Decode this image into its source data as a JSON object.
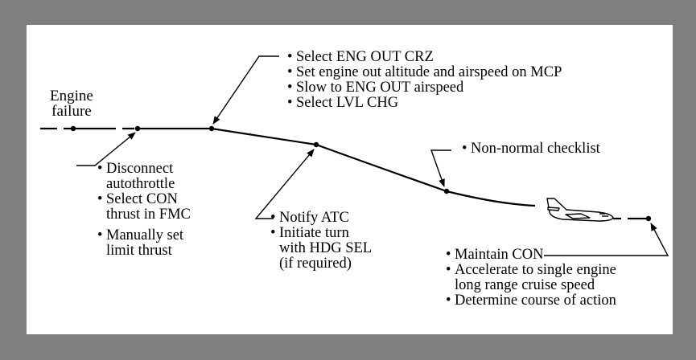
{
  "diagram": {
    "background": "#7f7f7f",
    "panel": "#ffffff",
    "ink": "#000000",
    "engine_failure": "Engine\nfailure",
    "bullet": "•",
    "callouts": {
      "c1": [
        "Select ENG OUT CRZ",
        "Set engine out altitude and airspeed on MCP",
        "Slow to ENG OUT airspeed",
        "Select LVL CHG"
      ],
      "c2": [
        "Disconnect\nautothrottle",
        "Select CON\nthrust in FMC",
        "Manually set\nlimit thrust"
      ],
      "c3": [
        "Notify ATC",
        "Initiate turn\nwith HDG SEL\n(if required)"
      ],
      "c4": [
        "Non-normal checklist"
      ],
      "c5": [
        "Maintain CON",
        "Accelerate to single engine\nlong range cruise speed",
        "Determine course of action"
      ]
    }
  }
}
